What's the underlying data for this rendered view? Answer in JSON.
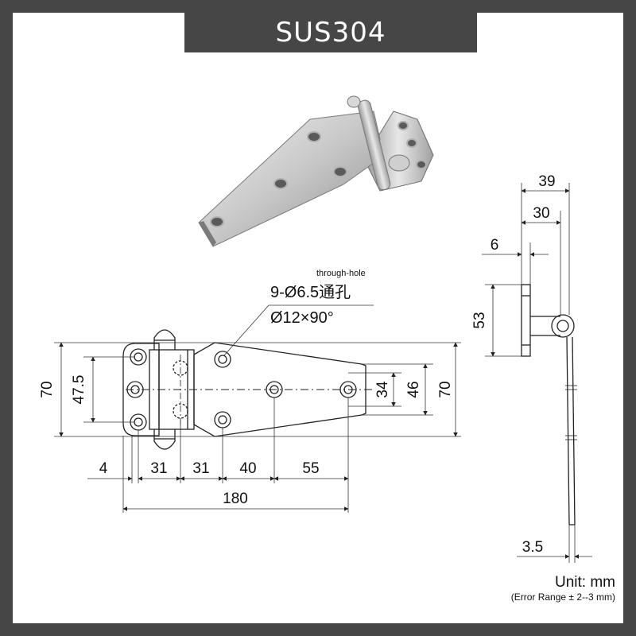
{
  "header": {
    "title": "SUS304"
  },
  "labels": {
    "through_hole": "through-hole",
    "hole_spec": "9-Ø6.5通孔",
    "countersink_spec": "Ø12×90°"
  },
  "dims_front": {
    "h_left": "70",
    "h_inner": "47.5",
    "h_34": "34",
    "h_46": "46",
    "h_right": "70",
    "w_4": "4",
    "w_31a": "31",
    "w_31b": "31",
    "w_40": "40",
    "w_55": "55",
    "w_total": "180"
  },
  "dims_side": {
    "w_39": "39",
    "w_30": "30",
    "w_6": "6",
    "h_53": "53",
    "t_3_5": "3.5"
  },
  "footer": {
    "unit": "Unit:  mm",
    "error_range": "(Error Range ± 2--3 mm)"
  },
  "colors": {
    "background": "#464646",
    "paper": "#ffffff",
    "line": "#222222"
  }
}
